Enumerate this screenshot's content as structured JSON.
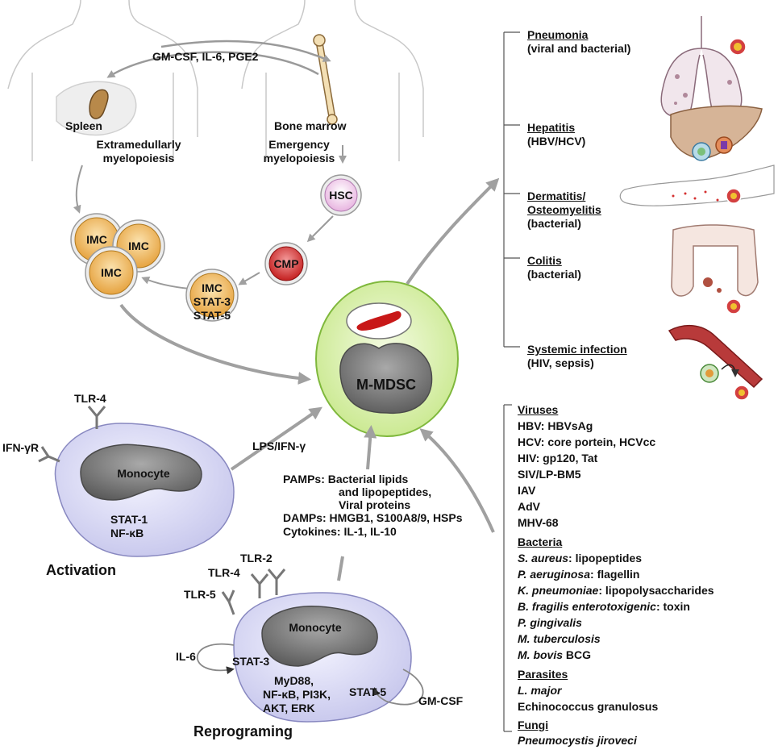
{
  "top": {
    "cytokines_label": "GM-CSF, IL-6, PGE2",
    "spleen_label": "Spleen",
    "bone_marrow_label": "Bone marrow",
    "extramedullary_label_line1": "Extramedullarly",
    "extramedullary_label_line2": "myelopoiesis",
    "emergency_label_line1": "Emergency",
    "emergency_label_line2": "myelopoiesis"
  },
  "cells": {
    "hsc": "HSC",
    "cmp": "CMP",
    "imc": "IMC",
    "imc_stat3": "STAT-3",
    "imc_stat5": "STAT-5",
    "mmdsc": "M-MDSC"
  },
  "activation": {
    "tlr4": "TLR-4",
    "ifngr": "IFN-γR",
    "monocyte": "Monocyte",
    "stat1": "STAT-1",
    "nfkb": "NF-κB",
    "title": "Activation",
    "lps_label": "LPS/IFN-γ"
  },
  "signals": {
    "pamps": "PAMPs: Bacterial lipids",
    "pamps_line2": "and lipopeptides,",
    "pamps_line3": "Viral proteins",
    "damps": "DAMPs: HMGB1, S100A8/9, HSPs",
    "cytokines": "Cytokines: IL-1, IL-10"
  },
  "reprogramming": {
    "tlr2": "TLR-2",
    "tlr4": "TLR-4",
    "tlr5": "TLR-5",
    "il6": "IL-6",
    "stat3": "STAT-3",
    "monocyte": "Monocyte",
    "myd88": "MyD88,",
    "nfkb_pi3k": "NF-κB, PI3K,",
    "akt_erk": "AKT, ERK",
    "stat5": "STAT-5",
    "gmcsf": "GM-CSF",
    "title": "Reprograming"
  },
  "diseases": [
    {
      "title": "Pneumonia",
      "detail": "(viral and bacterial)"
    },
    {
      "title": "Hepatitis",
      "detail": "(HBV/HCV)"
    },
    {
      "title": "Dermatitis/",
      "title2": "Osteomyelitis",
      "detail": "(bacterial)"
    },
    {
      "title": "Colitis",
      "detail": "(bacterial)"
    },
    {
      "title": "Systemic infection",
      "detail": "(HIV, sepsis)"
    }
  ],
  "pathogens": {
    "viruses_header": "Viruses",
    "viruses": [
      "HBV: HBVsAg",
      "HCV: core portein, HCVcc",
      "HIV: gp120, Tat",
      "SIV/LP-BM5",
      "IAV",
      "AdV",
      "MHV-68"
    ],
    "bacteria_header": "Bacteria",
    "bacteria": [
      {
        "name": "S. aureus",
        "rest": ": lipopeptides"
      },
      {
        "name": "P. aeruginosa",
        "rest": ": flagellin"
      },
      {
        "name": "K. pneumoniae",
        "rest": ": lipopolysaccharides"
      },
      {
        "name": "B. fragilis enterotoxigenic",
        "rest": ": toxin"
      },
      {
        "name": "P. gingivalis",
        "rest": ""
      },
      {
        "name": "M. tuberculosis",
        "rest": ""
      },
      {
        "name": "M. bovis",
        "rest": " BCG"
      }
    ],
    "parasites_header": "Parasites",
    "parasites": [
      {
        "name": "L. major",
        "italic": true
      },
      {
        "name": "Echinococcus granulosus",
        "italic": false
      }
    ],
    "fungi_header": "Fungi",
    "fungi": [
      {
        "name": "Pneumocystis jiroveci",
        "italic": true
      }
    ]
  },
  "colors": {
    "arrow_gray": "#a0a0a0",
    "mmdsc_fill": "#dff2b8",
    "mmdsc_stroke": "#7fb83c",
    "nucleus_gray": "#6e6e6e",
    "monocyte_fill": "#dcdcf5",
    "imc_fill": "#f0b860",
    "cmp_fill": "#d23a3a",
    "hsc_fill": "#f4d8f0",
    "red_granule": "#c81818"
  }
}
